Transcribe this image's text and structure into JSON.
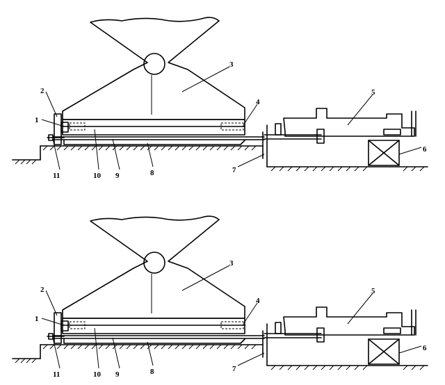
{
  "figures": [
    {
      "id": "upper",
      "labels": {
        "l1": "1",
        "l2": "2",
        "l3": "3",
        "l4": "4",
        "l5": "5",
        "l6": "6",
        "l7": "7",
        "l8": "8",
        "l9": "9",
        "l10": "10",
        "l11": "11"
      }
    },
    {
      "id": "lower",
      "labels": {
        "l1": "1",
        "l2": "2",
        "l3": "3",
        "l4": "4",
        "l5": "5",
        "l6": "6",
        "l7": "7",
        "l8": "8",
        "l9": "9",
        "l10": "10",
        "l11": "11"
      }
    }
  ]
}
